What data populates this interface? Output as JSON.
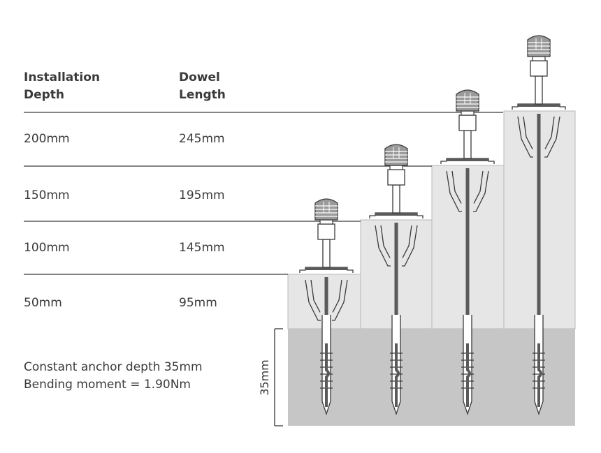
{
  "headers": {
    "col1_line1": "Installation",
    "col1_line2": "Depth",
    "col2_line1": "Dowel",
    "col2_line2": "Length"
  },
  "rows": [
    {
      "depth": "200mm",
      "length": "245mm"
    },
    {
      "depth": "150mm",
      "length": "195mm"
    },
    {
      "depth": "100mm",
      "length": "145mm"
    },
    {
      "depth": "50mm",
      "length": "95mm"
    }
  ],
  "notes": {
    "line1": "Constant anchor depth 35mm",
    "line2": "Bending moment = 1.90Nm"
  },
  "dimension_label": "35mm",
  "dowels": [
    {
      "installation_depth_mm": 50,
      "dowel_length_mm": 95
    },
    {
      "installation_depth_mm": 100,
      "dowel_length_mm": 145
    },
    {
      "installation_depth_mm": 150,
      "dowel_length_mm": 195
    },
    {
      "installation_depth_mm": 200,
      "dowel_length_mm": 245
    }
  ],
  "colors": {
    "text": "#3a3a3a",
    "line": "#3a3a3a",
    "insulation": "#e6e6e6",
    "substrate": "#c6c6c6",
    "cap": "#9a9a9a",
    "rod": "#5a5a5a"
  }
}
